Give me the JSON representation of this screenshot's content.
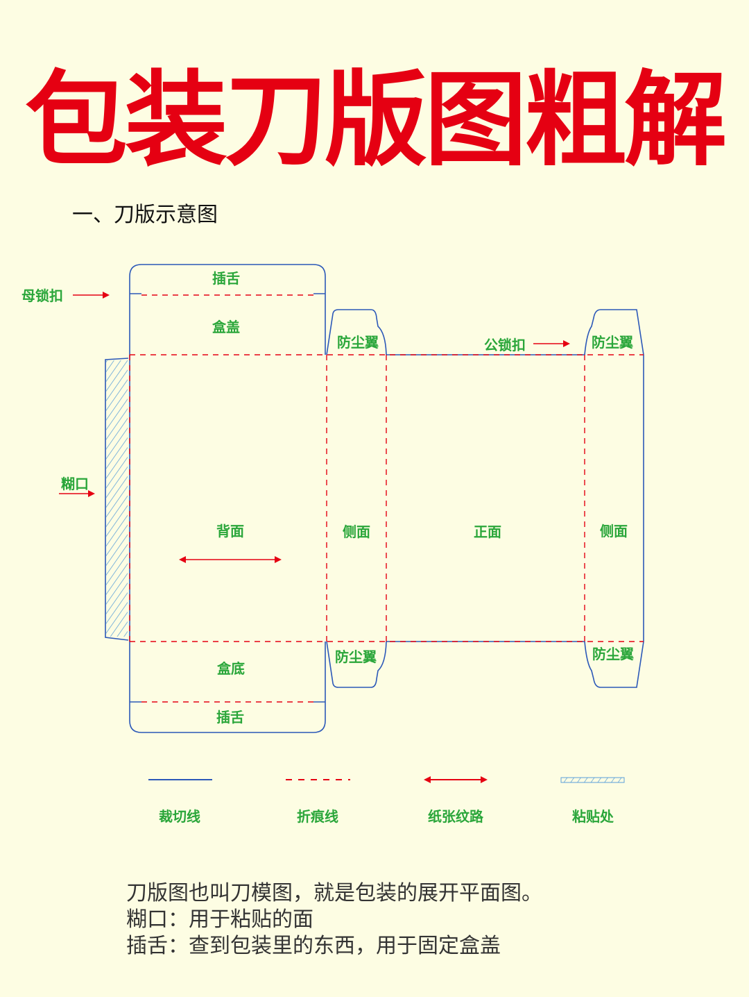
{
  "title": "包装刀版图粗解",
  "section_heading": "一、刀版示意图",
  "labels": {
    "cha_she_top": "插舌",
    "mu_suo_kou": "母锁扣",
    "he_gai": "盒盖",
    "fang_chen_yi": "防尘翼",
    "gong_suo_kou": "公锁扣",
    "hu_kou": "糊口",
    "bei_mian": "背面",
    "ce_mian": "侧面",
    "zheng_mian": "正面",
    "he_di": "盒底",
    "cha_she_bottom": "插舌"
  },
  "legend": [
    {
      "label": "裁切线",
      "style": "solid-line",
      "color": "#2b58b8"
    },
    {
      "label": "折痕线",
      "style": "dashed-line",
      "color": "#e50012"
    },
    {
      "label": "纸张纹路",
      "style": "double-arrow",
      "color": "#e50012"
    },
    {
      "label": "粘贴处",
      "style": "hatched",
      "color": "#5aa0d8"
    }
  ],
  "description": [
    "刀版图也叫刀模图，就是包装的展开平面图。",
    "糊口：用于粘贴的面",
    "插舌：查到包装里的东西，用于固定盒盖"
  ],
  "colors": {
    "background": "#fdfde3",
    "title": "#e50012",
    "cut_line": "#2b58b8",
    "fold_line": "#e50012",
    "label": "#2aa63a"
  }
}
